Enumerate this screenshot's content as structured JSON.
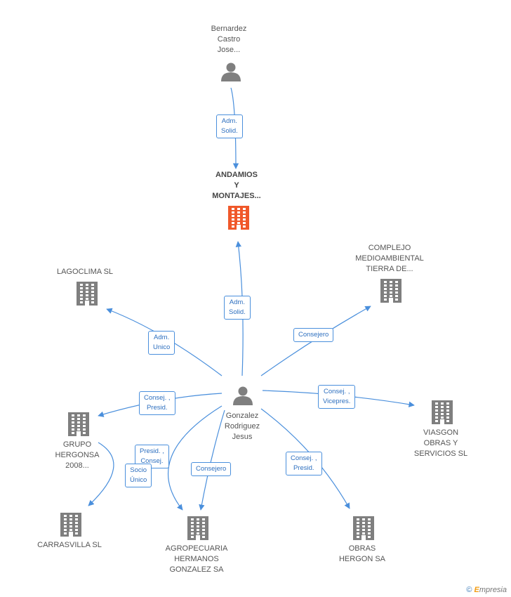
{
  "colors": {
    "edge": "#4a8fdc",
    "node": "#7f7f7f",
    "focus": "#f0582a"
  },
  "nodes": [
    {
      "id": "bernardez",
      "kind": "person",
      "lines": [
        "Bernardez",
        "Castro",
        "Jose..."
      ]
    },
    {
      "id": "andamios",
      "kind": "company-focus",
      "lines": [
        "ANDAMIOS",
        "Y",
        "MONTAJES..."
      ]
    },
    {
      "id": "gonzalez",
      "kind": "person",
      "lines": [
        "Gonzalez",
        "Rodriguez",
        "Jesus"
      ]
    },
    {
      "id": "lagoclima",
      "kind": "company",
      "lines": [
        "LAGOCLIMA  SL"
      ]
    },
    {
      "id": "complejo",
      "kind": "company",
      "lines": [
        "COMPLEJO",
        "MEDIOAMBIENTAL",
        "TIERRA DE..."
      ]
    },
    {
      "id": "grupo",
      "kind": "company",
      "lines": [
        "GRUPO",
        "HERGONSA",
        "2008..."
      ]
    },
    {
      "id": "viasgon",
      "kind": "company",
      "lines": [
        "VIASGON",
        "OBRAS Y",
        "SERVICIOS SL"
      ]
    },
    {
      "id": "carrasvilla",
      "kind": "company",
      "lines": [
        "CARRASVILLA SL"
      ]
    },
    {
      "id": "agropecuaria",
      "kind": "company",
      "lines": [
        "AGROPECUARIA",
        "HERMANOS",
        "GONZALEZ SA"
      ]
    },
    {
      "id": "obras",
      "kind": "company",
      "lines": [
        "OBRAS",
        "HERGON SA"
      ]
    }
  ],
  "edges": [
    {
      "from": "bernardez",
      "to": "andamios",
      "label": [
        "Adm.",
        "Solid."
      ]
    },
    {
      "from": "gonzalez",
      "to": "andamios",
      "label": [
        "Adm.",
        "Solid."
      ]
    },
    {
      "from": "gonzalez",
      "to": "lagoclima",
      "label": [
        "Adm.",
        "Unico"
      ]
    },
    {
      "from": "gonzalez",
      "to": "complejo",
      "label": [
        "Consejero"
      ]
    },
    {
      "from": "gonzalez",
      "to": "grupo",
      "label": [
        "Consej. ,",
        "Presid."
      ]
    },
    {
      "from": "gonzalez",
      "to": "viasgon",
      "label": [
        "Consej. ,",
        "Vicepres."
      ]
    },
    {
      "from": "gonzalez",
      "to": "agropecuaria",
      "label": [
        "Presid. ,",
        "Consej."
      ]
    },
    {
      "from": "gonzalez",
      "to": "agropecuaria",
      "label": [
        "Consejero"
      ]
    },
    {
      "from": "gonzalez",
      "to": "obras",
      "label": [
        "Consej. ,",
        "Presid."
      ]
    },
    {
      "from": "grupo",
      "to": "carrasvilla",
      "label": [
        "Socio",
        "Único"
      ]
    }
  ],
  "footer": {
    "copyright": "©",
    "brand_e": "E",
    "brand_rest": "mpresia"
  }
}
